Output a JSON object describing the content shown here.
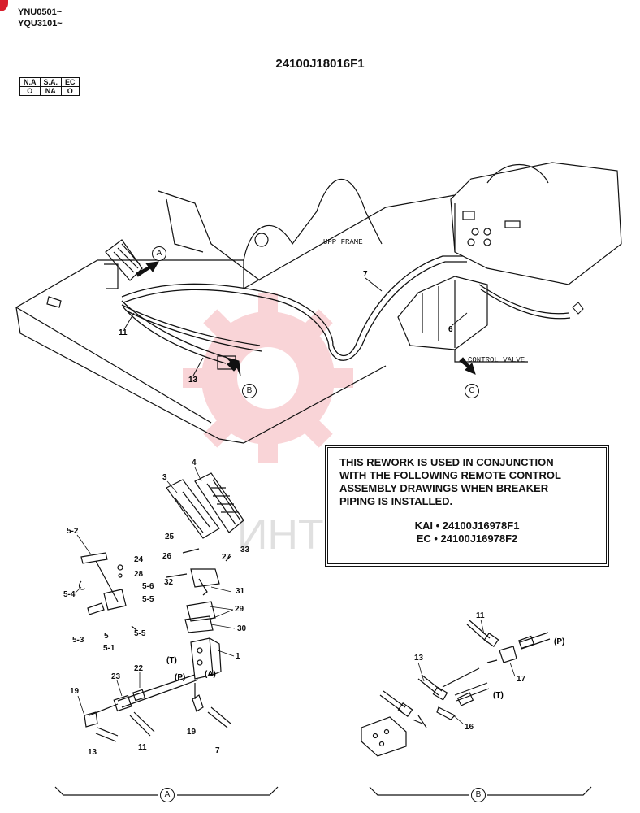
{
  "header": {
    "serials": [
      "YNU0501~",
      "YQU3101~"
    ],
    "part_number": "24100J18016F1",
    "availability": {
      "headers": [
        "N.A",
        "S.A.",
        "EC"
      ],
      "values": [
        "O",
        "NA",
        "O"
      ]
    }
  },
  "notice": {
    "lines": [
      "THIS REWORK IS USED IN CONJUNCTION",
      "WITH THE FOLLOWING REMOTE CONTROL",
      "ASSEMBLY DRAWINGS WHEN BREAKER",
      "PIPING IS INSTALLED."
    ],
    "refs": [
      "KAI • 24100J16978F1",
      "EC • 24100J16978F2"
    ]
  },
  "diagram_labels": {
    "upp_frame": "UPP FRAME",
    "control_valve": "CONTROL VALVE",
    "view_a": "A",
    "view_b": "B",
    "view_c": "C",
    "port_t": "(T)",
    "port_p": "(P)",
    "port_a": "(A)"
  },
  "callouts": {
    "overview": [
      "7",
      "11",
      "13",
      "6"
    ],
    "detail_a": [
      "3",
      "4",
      "25",
      "26",
      "27",
      "33",
      "24",
      "28",
      "5-6",
      "5-5",
      "31",
      "32",
      "29",
      "30",
      "1",
      "5-2",
      "5-4",
      "5-3",
      "5",
      "5-1",
      "5-5",
      "22",
      "23",
      "19",
      "13",
      "11",
      "19",
      "7"
    ],
    "detail_b": [
      "11",
      "13",
      "17",
      "16"
    ]
  },
  "watermark": "ИНТЕХ",
  "colors": {
    "line": "#111111",
    "watermark": "#e8424f"
  }
}
